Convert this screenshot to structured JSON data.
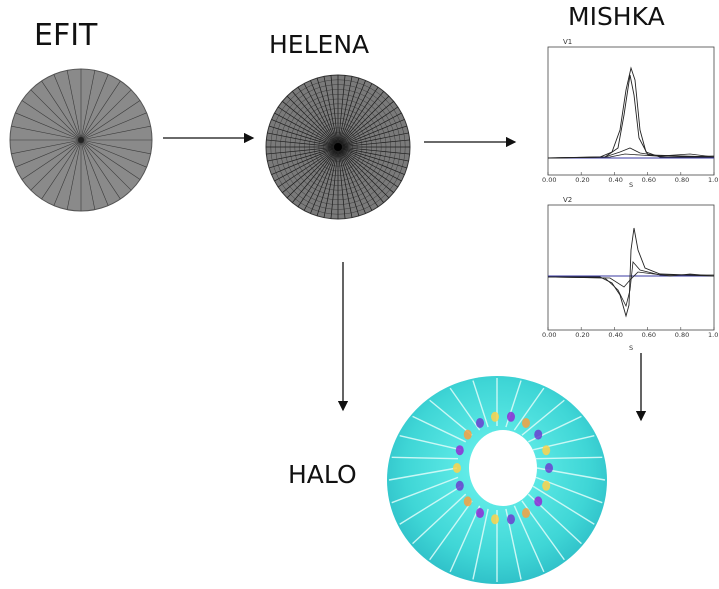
{
  "labels": {
    "efit": "EFIT",
    "helena": "HELENA",
    "mishka": "MISHKA",
    "halo": "HALO"
  },
  "mishka_plots": [
    {
      "title": "V1",
      "xlabel": "S",
      "xticks": [
        "0.00",
        "0.20",
        "0.40",
        "0.60",
        "0.80",
        "1.0"
      ]
    },
    {
      "title": "V2",
      "xlabel": "S",
      "xticks": [
        "0.00",
        "0.20",
        "0.40",
        "0.60",
        "0.80",
        "1.0"
      ]
    }
  ],
  "colors": {
    "grid_fill": "#8a8a8a",
    "grid_line": "#2a2a2a",
    "baseline": "#3a3aa0",
    "torus_base": "#4fe3df"
  }
}
